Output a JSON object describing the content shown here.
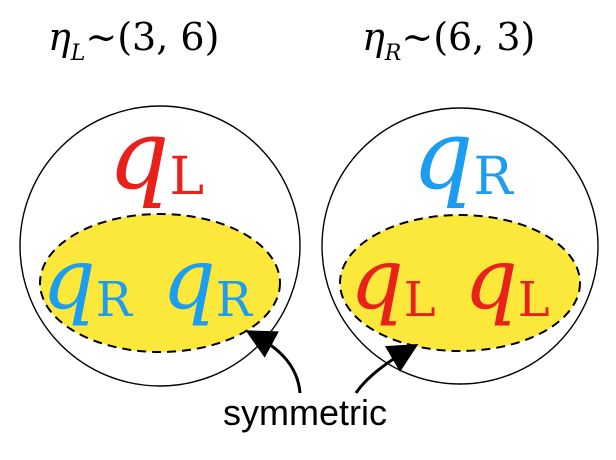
{
  "left": {
    "heading": {
      "symbol": "η",
      "subscript": "L",
      "relation": "∼(3, 6)"
    },
    "top_particle": {
      "letter": "q",
      "subscript": "L",
      "color": "#e8211b"
    },
    "pair": [
      {
        "letter": "q",
        "subscript": "R",
        "color": "#1d9df0"
      },
      {
        "letter": "q",
        "subscript": "R",
        "color": "#1d9df0"
      }
    ]
  },
  "right": {
    "heading": {
      "symbol": "η",
      "subscript": "R",
      "relation": "∼(6, 3)"
    },
    "top_particle": {
      "letter": "q",
      "subscript": "R",
      "color": "#1d9df0"
    },
    "pair": [
      {
        "letter": "q",
        "subscript": "L",
        "color": "#e8211b"
      },
      {
        "letter": "q",
        "subscript": "L",
        "color": "#e8211b"
      }
    ]
  },
  "caption": "symmetric",
  "colors": {
    "highlight": "#fbe83b",
    "outline": "#000000",
    "red": "#e8211b",
    "blue": "#1d9df0"
  }
}
